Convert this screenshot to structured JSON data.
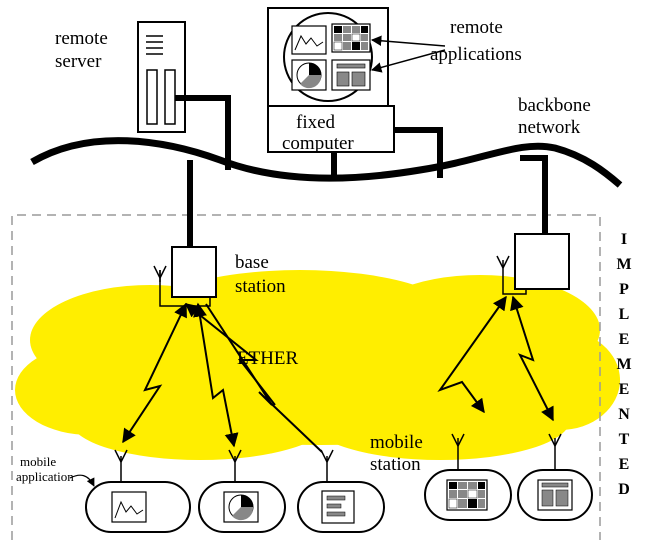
{
  "labels": {
    "remote_server": [
      "remote",
      "server"
    ],
    "remote_applications": [
      "remote",
      "applications"
    ],
    "fixed_computer": [
      "fixed",
      "computer"
    ],
    "backbone_network": [
      "backbone",
      "network"
    ],
    "base_station": [
      "base",
      "station"
    ],
    "ether": "ETHER",
    "mobile_station": [
      "mobile",
      "station"
    ],
    "mobile_application": [
      "mobile",
      "application"
    ]
  },
  "implemented_letters": [
    "I",
    "M",
    "P",
    "L",
    "E",
    "M",
    "E",
    "N",
    "T",
    "E",
    "D"
  ],
  "colors": {
    "ether": "#ffee00",
    "line": "#000000",
    "dashed": "#9a9a9a"
  }
}
